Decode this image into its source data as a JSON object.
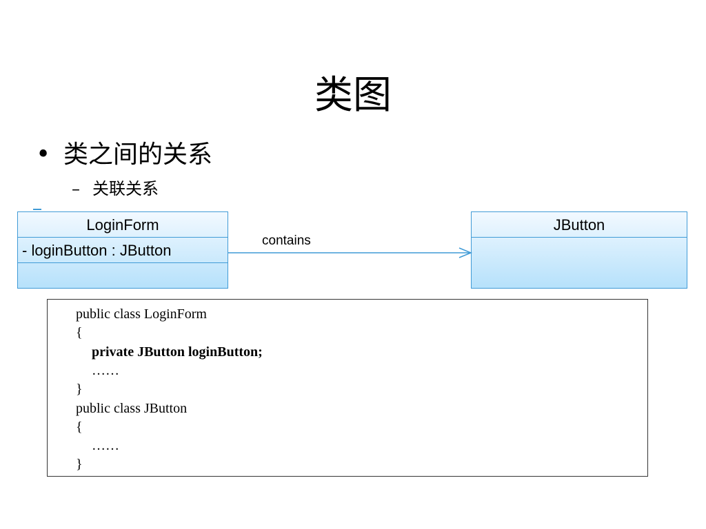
{
  "slide": {
    "title": "类图",
    "bullet": {
      "marker": "•",
      "text": "类之间的关系"
    },
    "sub_bullet": {
      "marker": "–",
      "text": "关联关系"
    }
  },
  "diagram": {
    "classes": [
      {
        "name": "LoginForm",
        "attributes": [
          {
            "text": "-  loginButton  : JButton"
          }
        ]
      },
      {
        "name": "JButton",
        "attributes": []
      }
    ],
    "association": {
      "label": "contains",
      "from": "LoginForm",
      "to": "JButton",
      "navigable_to": "JButton"
    },
    "colors": {
      "border": "#3f9ad6",
      "fill_top": "#f2f9ff",
      "fill_bottom": "#b6e1fb"
    }
  },
  "code": {
    "lines": [
      {
        "text": "public class LoginForm",
        "bold": false
      },
      {
        "text": "{",
        "bold": false
      },
      {
        "text": "private JButton loginButton;",
        "bold": true
      },
      {
        "text": "……",
        "bold": false
      },
      {
        "text": "}",
        "bold": false
      },
      {
        "text": "public class JButton",
        "bold": false
      },
      {
        "text": "{",
        "bold": false
      },
      {
        "text": "……",
        "bold": false
      },
      {
        "text": "}",
        "bold": false
      }
    ]
  }
}
